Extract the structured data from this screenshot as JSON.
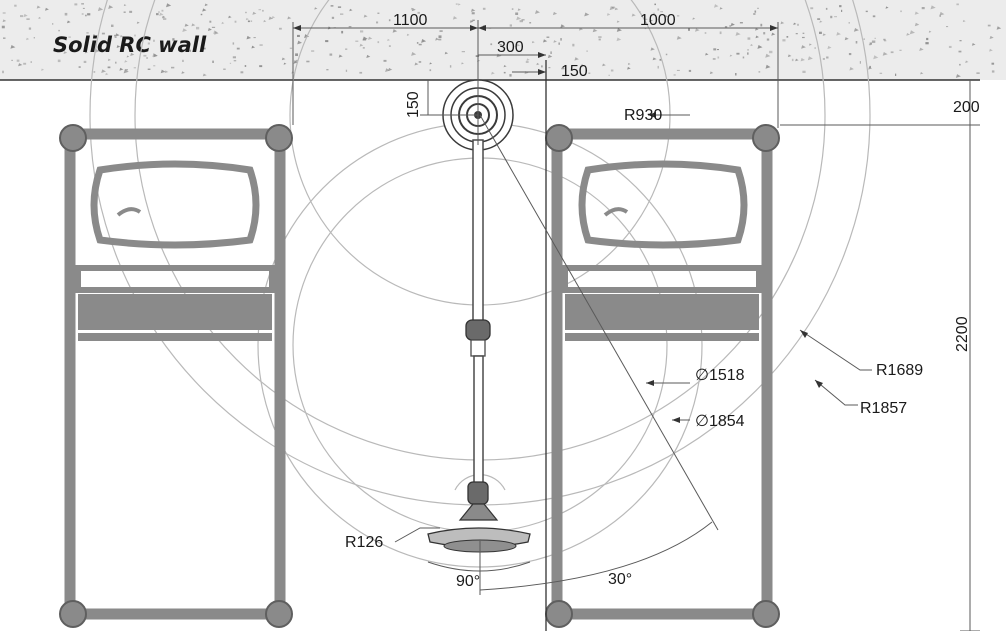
{
  "wall_label": "Solid RC wall",
  "dimensions": {
    "d_1100": "1100",
    "d_1000": "1000",
    "d_300": "300",
    "d_150_h": "150",
    "d_150_v": "150",
    "d_200": "200",
    "d_2200": "2200"
  },
  "radii": {
    "r930": "R930",
    "dia1518": "∅1518",
    "dia1854": "∅1854",
    "r1689": "R1689",
    "r1857": "R1857",
    "r126": "R126"
  },
  "angles": {
    "a90": "90°",
    "a30": "30°"
  },
  "colors": {
    "wall_fill": "#ececec",
    "wall_dots": "#8c8c8c",
    "bed_fill": "#8a8a8a",
    "bed_dark": "#5f5f5f",
    "sweep_lines": "#b9b9b9",
    "dim_lines": "#5a5a5a",
    "arm": "#4a4a4a"
  }
}
